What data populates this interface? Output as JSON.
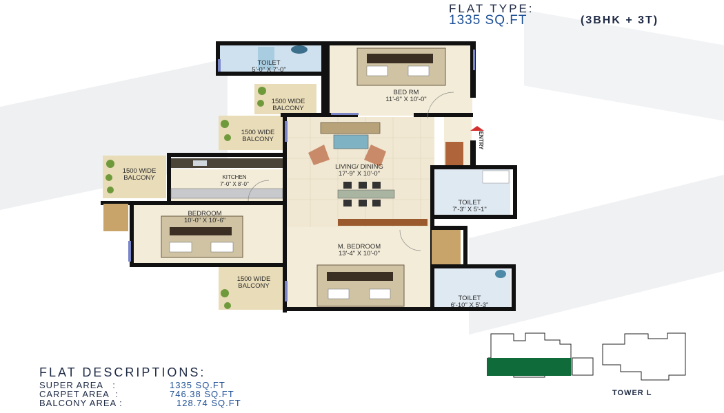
{
  "header": {
    "line1": "FLAT TYPE:",
    "line2": "1335 SQ.FT",
    "line3": "(3BHK + 3T)"
  },
  "rooms": {
    "toilet_top": {
      "name": "TOILET",
      "size": "5'-0\" X 7'-0\""
    },
    "bedroom_top": {
      "name": "BED RM",
      "size": "11'-6\" X 10'-0\""
    },
    "balcony1": {
      "name": "1500 WIDE",
      "sub": "BALCONY"
    },
    "balcony2": {
      "name": "1500 WIDE",
      "sub": "BALCONY"
    },
    "balcony3": {
      "name": "1500 WIDE",
      "sub": "BALCONY"
    },
    "balcony4": {
      "name": "1500 WIDE",
      "sub": "BALCONY"
    },
    "living": {
      "name": "LIVING/ DINING",
      "size": "17'-9\" X 10'-0\""
    },
    "kitchen": {
      "name": "KITCHEN",
      "size": "7'-0\" X 8'-0\""
    },
    "bedroom": {
      "name": "BEDROOM",
      "size": "10'-0\" X 10'-6\""
    },
    "master": {
      "name": "M. BEDROOM",
      "size": "13'-4\" X 10'-0\""
    },
    "toilet_mid": {
      "name": "TOILET",
      "size": "7'-3\" X 5'-1\""
    },
    "toilet_bot": {
      "name": "TOILET",
      "size": "6'-10\" X 5'-3\""
    },
    "entry": "ENTRY"
  },
  "descriptions": {
    "title": "FLAT DESCRIPTIONS:",
    "rows": [
      {
        "label": "SUPER AREA   :",
        "value": "1335 SQ.FT"
      },
      {
        "label": "CARPET AREA  :",
        "value": "746.38 SQ.FT"
      },
      {
        "label": "BALCONY AREA :",
        "value": "128.74 SQ.FT"
      }
    ]
  },
  "key_plan": {
    "label": "TOWER L",
    "highlight_color": "#0f6b3a"
  },
  "colors": {
    "wall": "#111111",
    "floor": "#f3ecd9",
    "tile": "#e9e2cc",
    "window": "#7b86c8",
    "accent": "#1d4f96"
  }
}
